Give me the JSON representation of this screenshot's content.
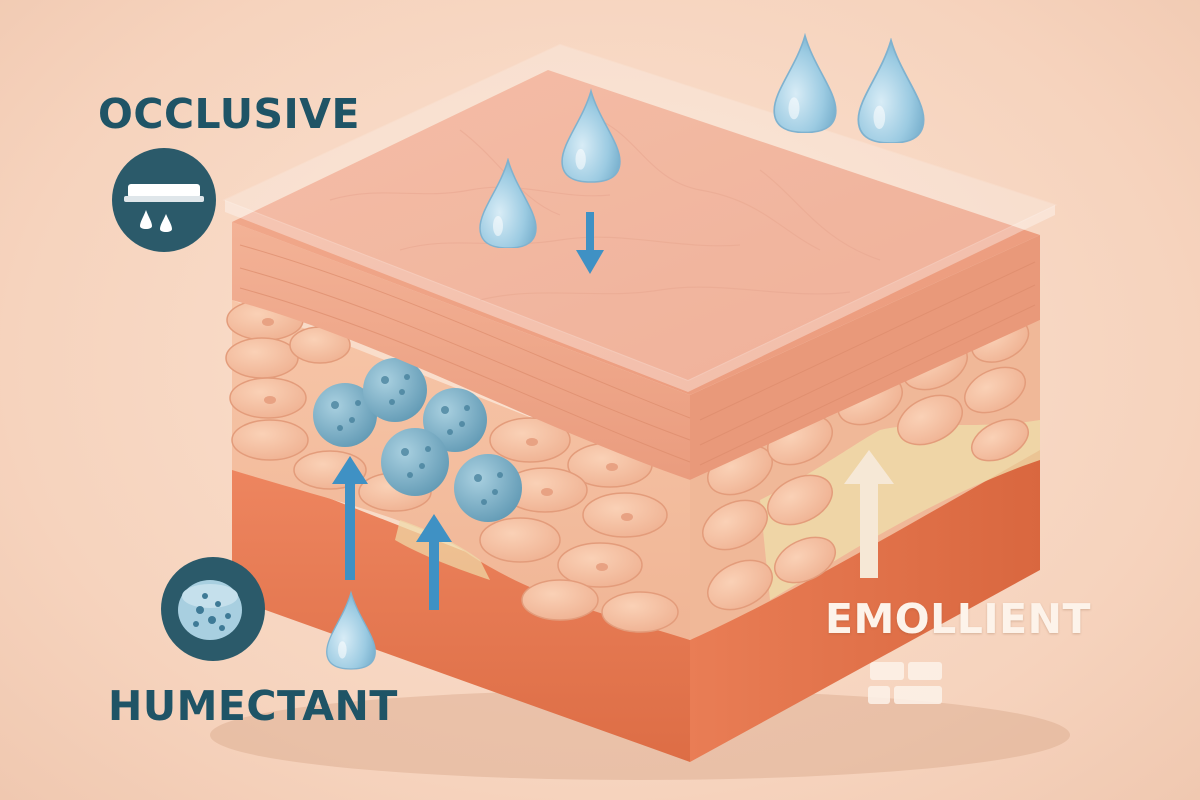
{
  "labels": {
    "occlusive": "OCCLUSIVE",
    "humectant": "HUMECTANT",
    "emollient": "EMOLLIENT"
  },
  "icons": {
    "occlusive": "occlusive-film-icon",
    "humectant": "humectant-sponge-icon",
    "emollient": "emollient-bricks-icon"
  },
  "colors": {
    "background": "#f6d3bd",
    "label_teal": "#1f5466",
    "icon_circle": "#2b5a6a",
    "emollient_text": "#fdf3ea",
    "water": "#8fc3dd",
    "arrow_blue": "#3f91c4",
    "arrow_cream": "#f6e8d6",
    "skin_top": "#f0a58a",
    "skin_mid": "#f4b99b",
    "skin_base": "#e87b52",
    "humectant_ball": "#7fb3c9",
    "lipid": "#efdcaa"
  }
}
